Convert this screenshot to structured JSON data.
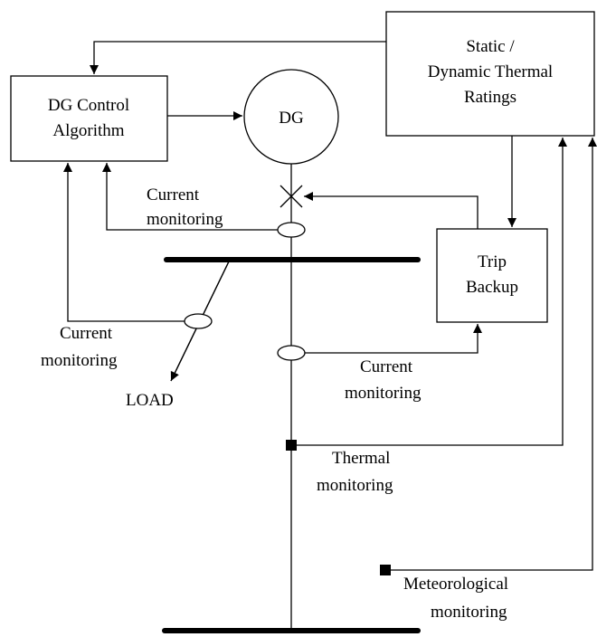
{
  "blocks": {
    "dg_control": [
      "DG Control",
      "Algorithm"
    ],
    "dg": "DG",
    "ratings": [
      "Static /",
      "Dynamic Thermal",
      "Ratings"
    ],
    "trip_backup": [
      "Trip",
      "Backup"
    ]
  },
  "labels": {
    "current_top": [
      "Current",
      "monitoring"
    ],
    "current_left": [
      "Current",
      "monitoring"
    ],
    "current_right": [
      "Current",
      "monitoring"
    ],
    "load": "LOAD",
    "thermal": [
      "Thermal",
      "monitoring"
    ],
    "meteorological": [
      "Meteorological",
      "monitoring"
    ]
  }
}
